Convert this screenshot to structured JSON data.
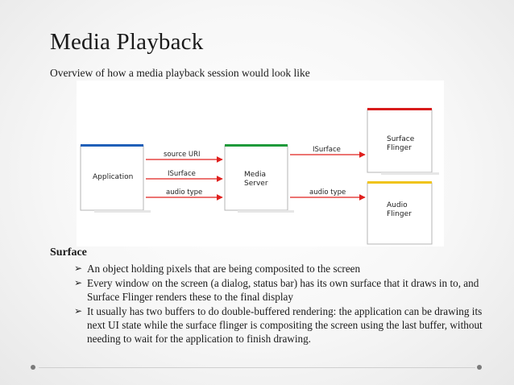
{
  "slide": {
    "title": "Media Playback",
    "subtitle": "Overview of how a media playback session would look like"
  },
  "diagram": {
    "nodes": {
      "application": "Application",
      "media_server_line1": "Media",
      "media_server_line2": "Server",
      "surface_flinger_line1": "Surface",
      "surface_flinger_line2": "Flinger",
      "audio_flinger_line1": "Audio",
      "audio_flinger_line2": "Flinger"
    },
    "edges": {
      "source_uri": "source URI",
      "isurface_left": "ISurface",
      "audio_type_left": "audio type",
      "isurface_right": "ISurface",
      "audio_type_right": "audio type"
    },
    "colors": {
      "application_bar": "#1f5fb8",
      "media_server_bar": "#1e9a3a",
      "surface_flinger_bar": "#d81b1b",
      "audio_flinger_bar": "#f0c418",
      "arrow": "#e0201e"
    }
  },
  "section": {
    "heading": "Surface",
    "bullets": [
      "An object holding pixels that are being composited to the screen",
      "Every window on the screen (a dialog, status bar) has its own surface that it draws in to, and Surface Flinger renders these to the final display",
      "It usually has two buffers to do double-buffered rendering: the application can be drawing its next UI state while the surface flinger is compositing the screen using the last buffer, without needing to wait for the application to finish drawing."
    ]
  }
}
